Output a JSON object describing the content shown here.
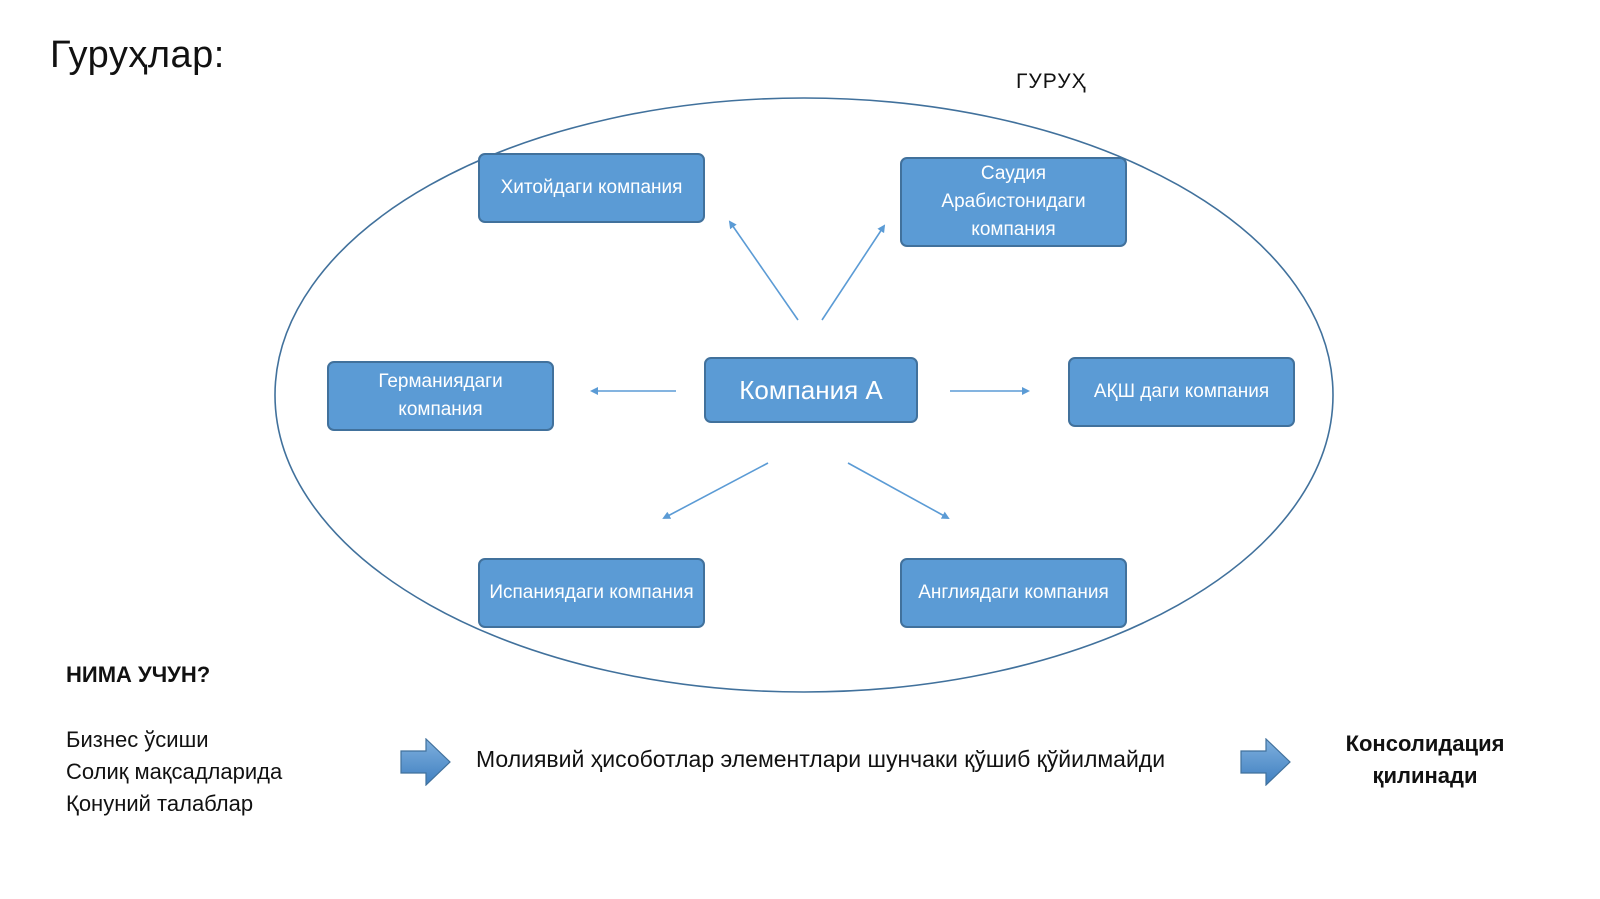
{
  "slide": {
    "title": "Гуруҳлар:",
    "group_label": "ГУРУҲ"
  },
  "diagram": {
    "center": "Компания А",
    "nodes": {
      "china": "Хитойдаги компания",
      "saudi": "Саудия Арабистонидаги компания",
      "germany": "Германиядаги компания",
      "usa": "АҚШ даги компания",
      "spain": "Испаниядаги компания",
      "england": "Англиядаги компания"
    },
    "colors": {
      "node_fill": "#5b9bd5",
      "node_border": "#41719c",
      "arrow": "#5b9bd5",
      "ellipse_stroke": "#41719c"
    }
  },
  "footer": {
    "why_heading": "НИМА УЧУН?",
    "reasons": [
      "Бизнес ўсиши",
      "Солиқ мақсадларида",
      "Қонуний талаблар"
    ],
    "statement": "Молиявий ҳисоботлар элементлари шунчаки қўшиб қўйилмайди",
    "result": "Консолидация қилинади"
  }
}
